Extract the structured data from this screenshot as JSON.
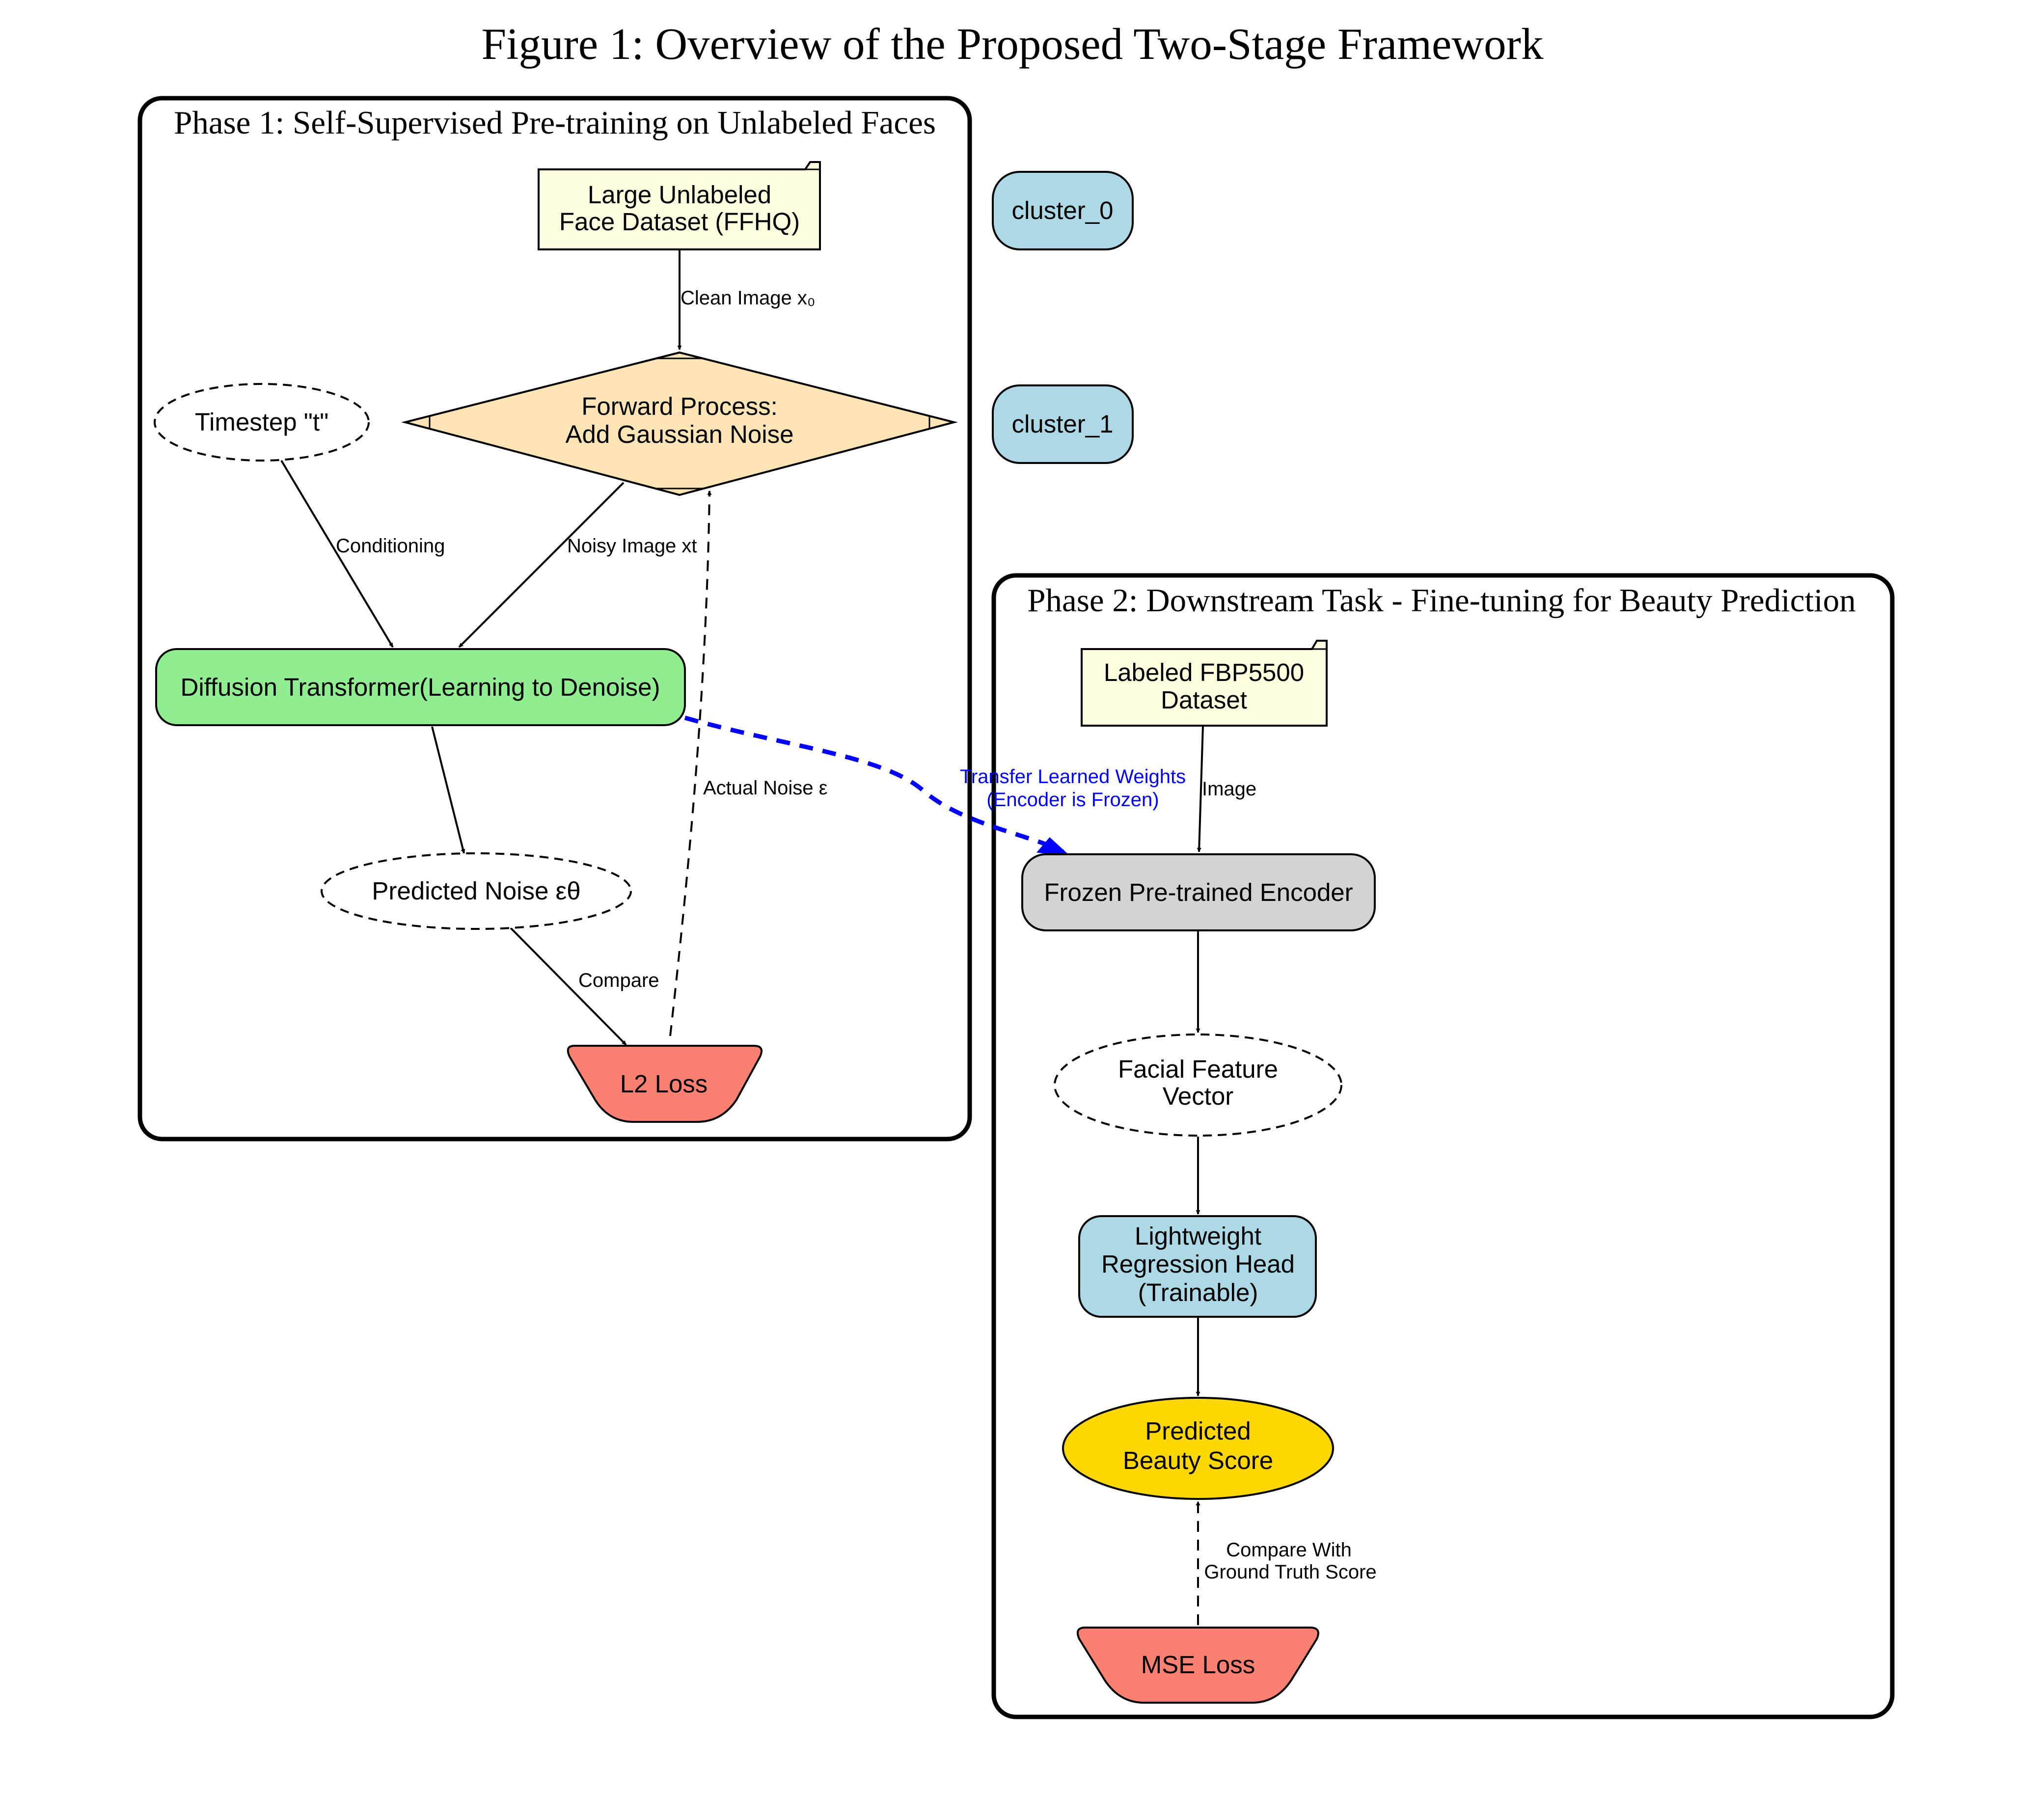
{
  "title": "Figure 1: Overview of the Proposed Two-Stage Framework",
  "clusters": {
    "phase1": "Phase 1: Self-Supervised Pre-training on Unlabeled Faces",
    "phase2": "Phase 2: Downstream Task - Fine-tuning for Beauty Prediction"
  },
  "nodes": {
    "ffhq": [
      "Large Unlabeled",
      "Face Dataset (FFHQ)"
    ],
    "forward": [
      "Forward Process:",
      "Add Gaussian Noise"
    ],
    "timestep": "Timestep \"t\"",
    "dit": "Diffusion Transformer(Learning to Denoise)",
    "pred_noise": "Predicted Noise εθ",
    "l2": "L2 Loss",
    "cluster0": "cluster_0",
    "cluster1": "cluster_1",
    "fbp": [
      "Labeled FBP5500",
      "Dataset"
    ],
    "encoder": "Frozen Pre-trained Encoder",
    "feature": [
      "Facial Feature",
      "Vector"
    ],
    "head": [
      "Lightweight",
      "Regression Head",
      "(Trainable)"
    ],
    "score": [
      "Predicted",
      "Beauty Score"
    ],
    "mse": "MSE Loss"
  },
  "edges": {
    "clean": "Clean Image x₀",
    "conditioning": "Conditioning",
    "noisy": "Noisy Image xt",
    "actual_noise": "Actual Noise ε",
    "compare": "Compare",
    "transfer": [
      "Transfer Learned Weights",
      "(Encoder is Frozen)"
    ],
    "image": "Image",
    "compare_with": [
      "Compare With",
      "Ground Truth Score"
    ]
  },
  "colors": {
    "dataset_fill": "#ffffe0",
    "forward_fill": "#ffe4b5",
    "dit_fill": "#90ee90",
    "loss_fill": "#fa8072",
    "cluster_node_fill": "#add8e6",
    "encoder_fill": "#d3d3d3",
    "score_fill": "#ffd700",
    "transfer_edge": "#0000ff"
  }
}
